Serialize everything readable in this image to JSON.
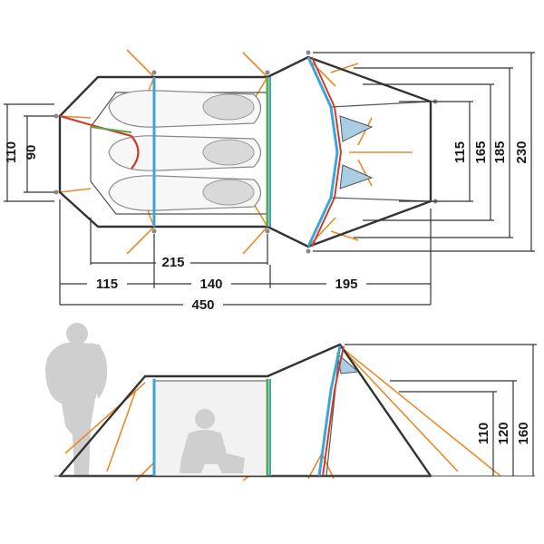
{
  "colors": {
    "tent_fill": "#e6e6e6",
    "outline": "#333333",
    "pole_blue": "#3aa6d8",
    "pole_red": "#d23a2a",
    "pole_green": "#5aa84a",
    "guy_line": "#e88a2a",
    "sleeping_mat": "#d9d9d9",
    "silhouette": "#cfcfcf",
    "window": "#a9cde4"
  },
  "dimensions": {
    "top_view": {
      "inner_height": "90",
      "outer_height": "110",
      "sleeping_length": "215",
      "vestibule_front": "115",
      "bedroom_length": "140",
      "vestibule_rear": "195",
      "total_length": "450",
      "rear_115": "115",
      "rear_165": "165",
      "rear_185": "185",
      "rear_230": "230"
    },
    "side_view": {
      "height_110": "110",
      "height_120": "120",
      "height_160": "160"
    }
  }
}
